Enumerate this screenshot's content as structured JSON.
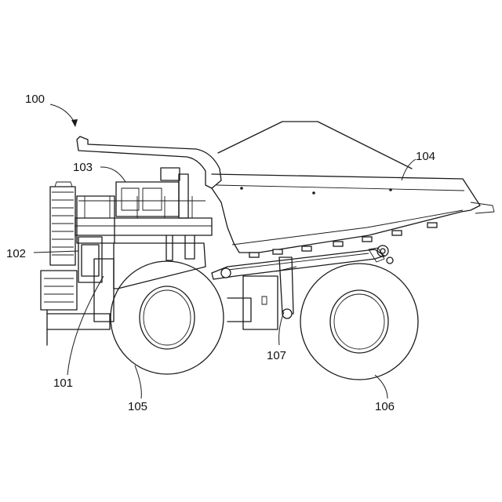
{
  "figure": {
    "labels": {
      "truck": "100",
      "frame": "101",
      "engine": "102",
      "cab": "103",
      "dump_body": "104",
      "front_wheel": "105",
      "rear_wheel": "106",
      "hoist_cylinder": "107"
    }
  }
}
